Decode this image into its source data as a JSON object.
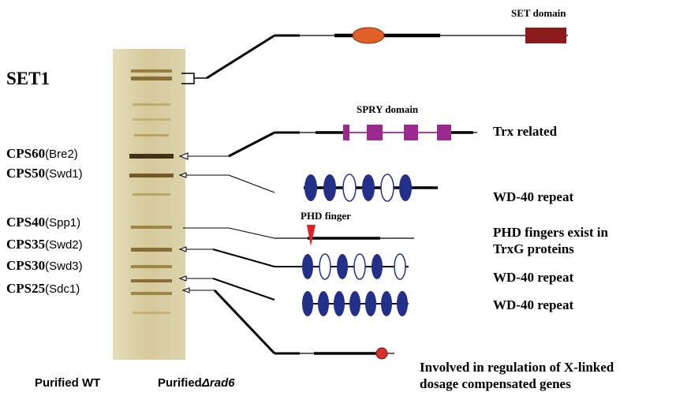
{
  "gel": {
    "protein_labels": [
      {
        "name": "SET1",
        "alias": ""
      },
      {
        "name": "CPS60",
        "alias": "(Bre2)"
      },
      {
        "name": "CPS50",
        "alias": "(Swd1)"
      },
      {
        "name": "CPS40",
        "alias": "(Spp1)"
      },
      {
        "name": "CPS35",
        "alias": "(Swd2)"
      },
      {
        "name": "CPS30",
        "alias": "(Swd3)"
      },
      {
        "name": "CPS25",
        "alias": "(Sdc1)"
      }
    ],
    "footer_left": "Purified WT",
    "footer_right_prefix": "Purified",
    "footer_right_italic": "Δrad6"
  },
  "domains": {
    "set_domain": "SET domain",
    "spry_domain": "SPRY domain",
    "phd_finger": "PHD finger"
  },
  "descriptions": {
    "trx_related": "Trx related",
    "wd40_1": "WD-40 repeat",
    "phd_line1": "PHD fingers exist in",
    "phd_line2": "TrxG proteins",
    "wd40_2": "WD-40 repeat",
    "wd40_3": "WD-40 repeat",
    "sdc1_line1": "Involved in regulation of X-linked",
    "sdc1_line2": "dosage compensated genes"
  },
  "colors": {
    "set_ellipse": "#e0602a",
    "set_box": "#8b1a1a",
    "spry_box": "#9b2a8e",
    "spry_line": "#b040a8",
    "wd40_blue": "#23308a",
    "phd_red": "#e02020",
    "sdc1_dot": "#d8302a",
    "gel_bg": "#d8cfa6"
  }
}
